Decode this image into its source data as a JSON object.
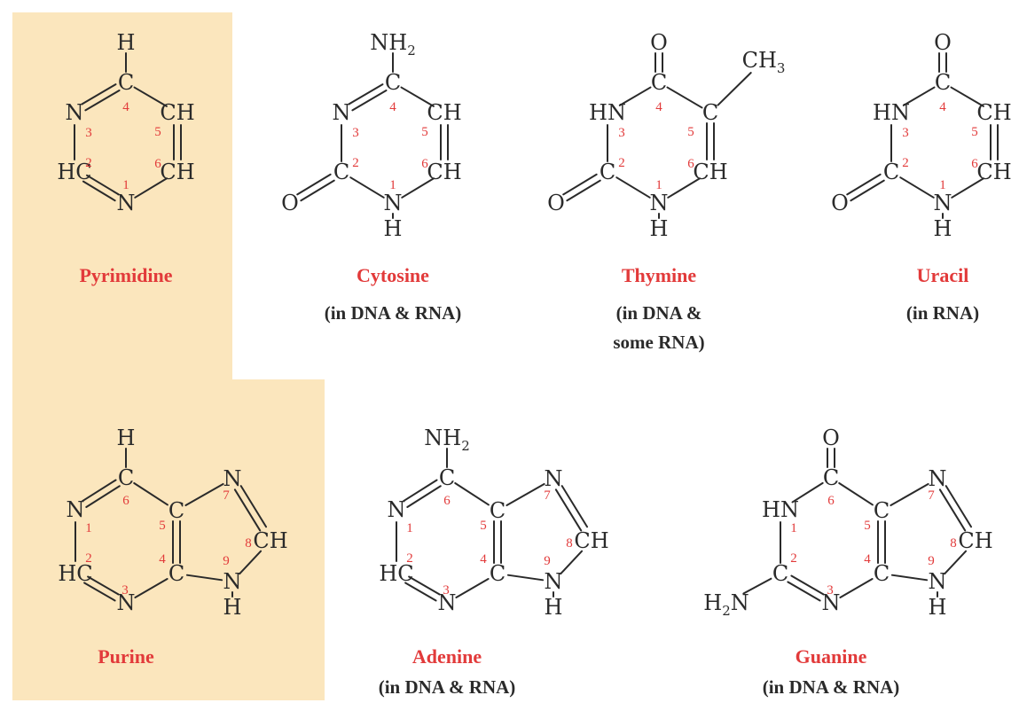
{
  "colors": {
    "highlight": "#fbe6bd",
    "accent": "#e23a3a",
    "ink": "#2a2a2a"
  },
  "molecules": [
    {
      "id": "pyrimidine",
      "name": "Pyrimidine",
      "caption": [],
      "atoms": [
        {
          "id": "Hc4",
          "label": "H"
        },
        {
          "id": "C4",
          "label": "C"
        },
        {
          "id": "N3",
          "label": "N"
        },
        {
          "id": "C5",
          "label": "CH"
        },
        {
          "id": "C2",
          "label": "HC"
        },
        {
          "id": "C6",
          "label": "CH"
        },
        {
          "id": "N1",
          "label": "N"
        }
      ],
      "numbers": [
        "4",
        "3",
        "5",
        "2",
        "6",
        "1"
      ]
    },
    {
      "id": "cytosine",
      "name": "Cytosine",
      "caption": [
        "(in DNA & RNA)"
      ],
      "atoms": [
        {
          "id": "NH2",
          "label": "NH",
          "sub": "2"
        },
        {
          "id": "C4",
          "label": "C"
        },
        {
          "id": "N3",
          "label": "N"
        },
        {
          "id": "C5",
          "label": "CH"
        },
        {
          "id": "C2",
          "label": "C"
        },
        {
          "id": "C6",
          "label": "CH"
        },
        {
          "id": "O2",
          "label": "O"
        },
        {
          "id": "N1",
          "label": "N"
        },
        {
          "id": "H1",
          "label": "H"
        }
      ],
      "numbers": [
        "4",
        "3",
        "5",
        "2",
        "6",
        "1"
      ]
    },
    {
      "id": "thymine",
      "name": "Thymine",
      "caption": [
        "(in DNA &",
        "some RNA)"
      ],
      "atoms": [
        {
          "id": "O4",
          "label": "O"
        },
        {
          "id": "C4",
          "label": "C"
        },
        {
          "id": "CH3",
          "label": "CH",
          "sub": "3"
        },
        {
          "id": "N3",
          "label": "HN"
        },
        {
          "id": "C5",
          "label": "C"
        },
        {
          "id": "C2",
          "label": "C"
        },
        {
          "id": "C6",
          "label": "CH"
        },
        {
          "id": "O2",
          "label": "O"
        },
        {
          "id": "N1",
          "label": "N"
        },
        {
          "id": "H1",
          "label": "H"
        }
      ],
      "numbers": [
        "4",
        "3",
        "5",
        "2",
        "6",
        "1"
      ]
    },
    {
      "id": "uracil",
      "name": "Uracil",
      "caption": [
        "(in RNA)"
      ],
      "atoms": [
        {
          "id": "O4",
          "label": "O"
        },
        {
          "id": "C4",
          "label": "C"
        },
        {
          "id": "N3",
          "label": "HN"
        },
        {
          "id": "C5",
          "label": "CH"
        },
        {
          "id": "C2",
          "label": "C"
        },
        {
          "id": "C6",
          "label": "CH"
        },
        {
          "id": "O2",
          "label": "O"
        },
        {
          "id": "N1",
          "label": "N"
        },
        {
          "id": "H1",
          "label": "H"
        }
      ],
      "numbers": [
        "4",
        "3",
        "5",
        "2",
        "6",
        "1"
      ]
    },
    {
      "id": "purine",
      "name": "Purine",
      "caption": [],
      "atoms": [
        {
          "id": "H6",
          "label": "H"
        },
        {
          "id": "C6",
          "label": "C"
        },
        {
          "id": "N7",
          "label": "N"
        },
        {
          "id": "N1",
          "label": "N"
        },
        {
          "id": "C5",
          "label": "C"
        },
        {
          "id": "C8",
          "label": "CH"
        },
        {
          "id": "C2",
          "label": "HC"
        },
        {
          "id": "C4",
          "label": "C"
        },
        {
          "id": "N9",
          "label": "N"
        },
        {
          "id": "N3",
          "label": "N"
        },
        {
          "id": "H9",
          "label": "H"
        }
      ],
      "numbers": [
        "6",
        "7",
        "1",
        "5",
        "8",
        "2",
        "4",
        "9",
        "3"
      ]
    },
    {
      "id": "adenine",
      "name": "Adenine",
      "caption": [
        "(in DNA & RNA)"
      ],
      "atoms": [
        {
          "id": "NH2",
          "label": "NH",
          "sub": "2"
        },
        {
          "id": "C6",
          "label": "C"
        },
        {
          "id": "N7",
          "label": "N"
        },
        {
          "id": "N1",
          "label": "N"
        },
        {
          "id": "C5",
          "label": "C"
        },
        {
          "id": "C8",
          "label": "CH"
        },
        {
          "id": "C2",
          "label": "HC"
        },
        {
          "id": "C4",
          "label": "C"
        },
        {
          "id": "N9",
          "label": "N"
        },
        {
          "id": "N3",
          "label": "N"
        },
        {
          "id": "H9",
          "label": "H"
        }
      ],
      "numbers": [
        "6",
        "7",
        "1",
        "5",
        "8",
        "2",
        "4",
        "9",
        "3"
      ]
    },
    {
      "id": "guanine",
      "name": "Guanine",
      "caption": [
        "(in DNA & RNA)"
      ],
      "atoms": [
        {
          "id": "O6",
          "label": "O"
        },
        {
          "id": "C6",
          "label": "C"
        },
        {
          "id": "N7",
          "label": "N"
        },
        {
          "id": "N1",
          "label": "HN"
        },
        {
          "id": "C5",
          "label": "C"
        },
        {
          "id": "C8",
          "label": "CH"
        },
        {
          "id": "C2",
          "label": "C"
        },
        {
          "id": "C4",
          "label": "C"
        },
        {
          "id": "N9",
          "label": "N"
        },
        {
          "id": "H2N",
          "label": "H",
          "sub": "2",
          "tail": "N"
        },
        {
          "id": "N3",
          "label": "N"
        },
        {
          "id": "H9",
          "label": "H"
        }
      ],
      "numbers": [
        "6",
        "7",
        "1",
        "5",
        "8",
        "2",
        "4",
        "9",
        "3"
      ]
    }
  ]
}
